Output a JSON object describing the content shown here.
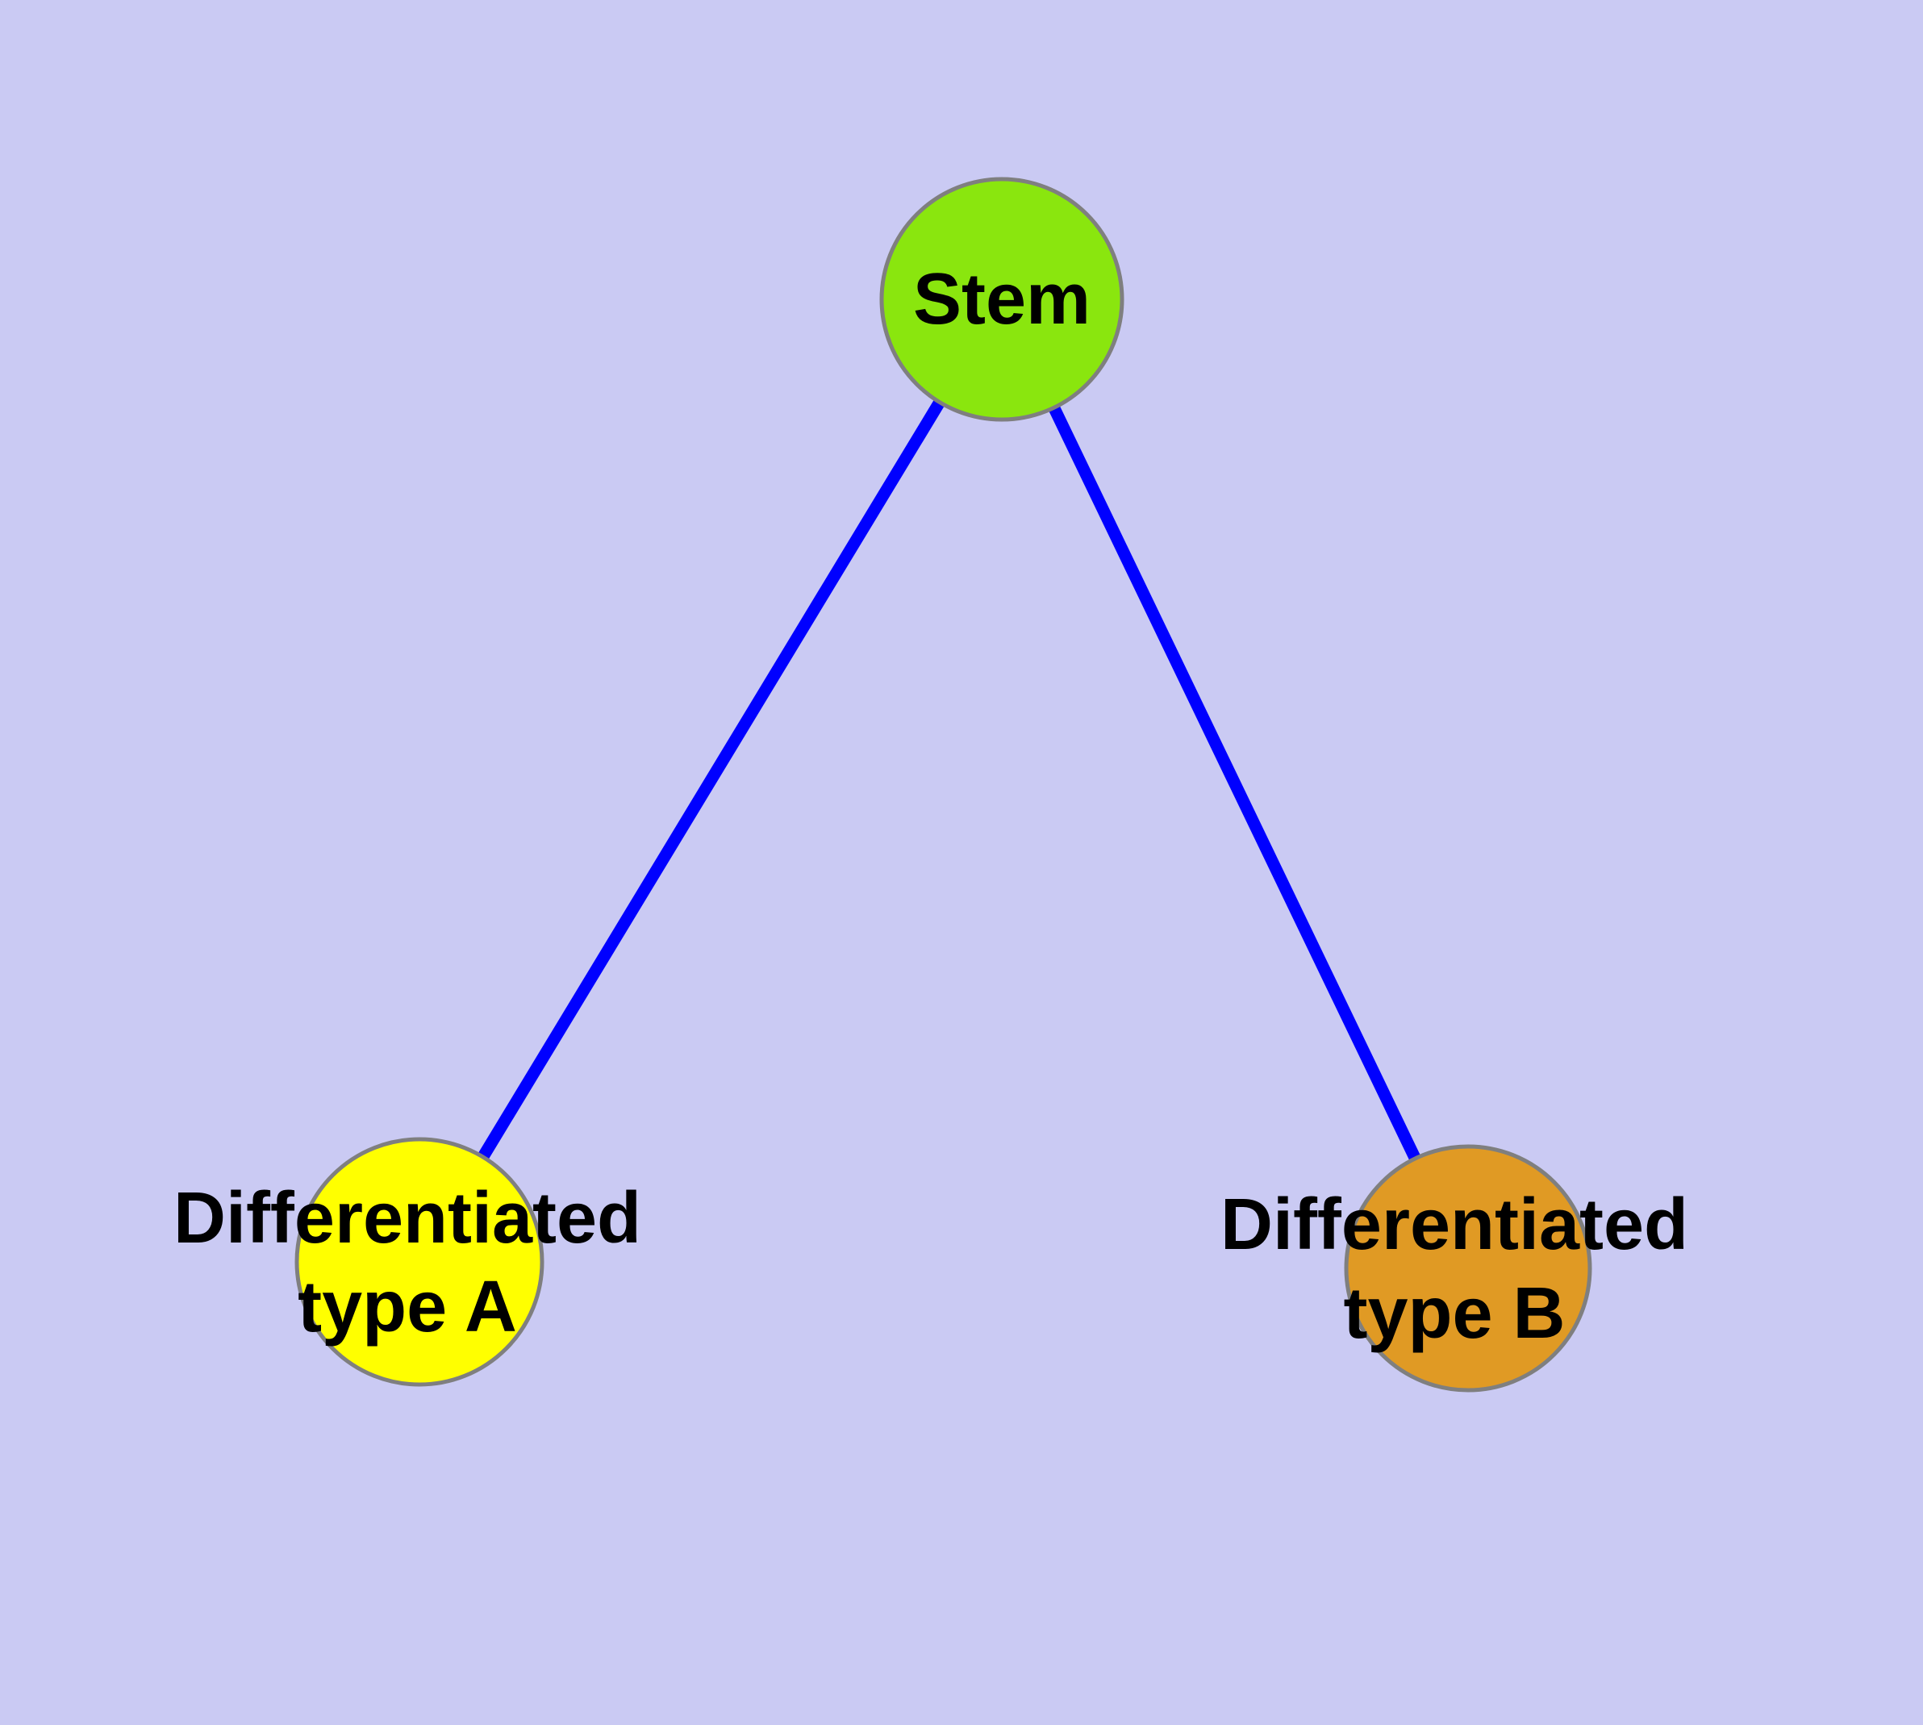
{
  "colors": {
    "background": "#CACAF3",
    "edge": "#0000FF",
    "node_border": "#7F7F7F",
    "label_text": "#000000",
    "stem_fill": "#8AE60E",
    "type_a_fill": "#FFFF00",
    "type_b_fill": "#E09A24"
  },
  "graph": {
    "nodes": [
      {
        "id": "stem",
        "label": "Stem",
        "fill": "#8AE60E"
      },
      {
        "id": "type-a",
        "label_line1": "Differentiated",
        "label_line2": "type A",
        "fill": "#FFFF00"
      },
      {
        "id": "type-b",
        "label_line1": "Differentiated",
        "label_line2": "type B",
        "fill": "#E09A24"
      }
    ],
    "edges": [
      {
        "from": "Stem",
        "to": "Differentiated type A"
      },
      {
        "from": "Stem",
        "to": "Differentiated type B"
      }
    ]
  }
}
